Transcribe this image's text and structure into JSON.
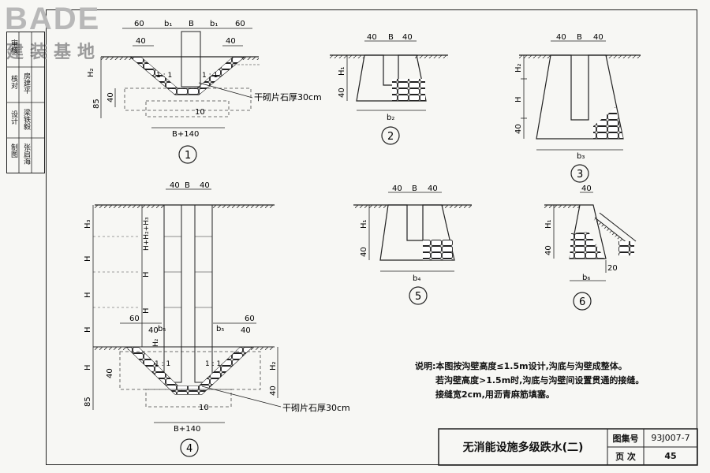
{
  "logo": {
    "name": "BADE",
    "subtitle": "建装基地"
  },
  "side_labels": [
    "审核",
    "核对",
    "设计",
    "制图",
    "房建平",
    "梁铁毅",
    "张启海"
  ],
  "labels": {
    "dim_40": "40",
    "dim_60": "60",
    "dim_85": "85",
    "dim_20": "20",
    "dim_10": "10",
    "b": "B",
    "b_plus_140": "B+140",
    "b1": "b₁",
    "b2": "b₂",
    "b3": "b₃",
    "b4": "b₄",
    "b5": "b₅",
    "b6": "b₆",
    "h": "H",
    "h1": "H₁",
    "h2": "H₂",
    "h3": "H₃",
    "h_sum": "H+H₂+H₃",
    "slope": "1 : 1",
    "masonry_note": "干砌片石厚30cm"
  },
  "figure_numbers": [
    "1",
    "2",
    "3",
    "4",
    "5",
    "6"
  ],
  "notes": {
    "title": "说明:",
    "line1": "本图按沟壁高度≤1.5m设计,沟底与沟壁成整体。",
    "line2": "若沟壁高度>1.5m时,沟底与沟壁间设置贯通的接缝。",
    "line3": "接缝宽2cm,用沥青麻筋填塞。"
  },
  "title_block": {
    "title": "无消能设施多级跌水(二)",
    "atlas_label": "图集号",
    "atlas_no": "93J007-7",
    "page_label": "页 次",
    "page_no": "45"
  }
}
